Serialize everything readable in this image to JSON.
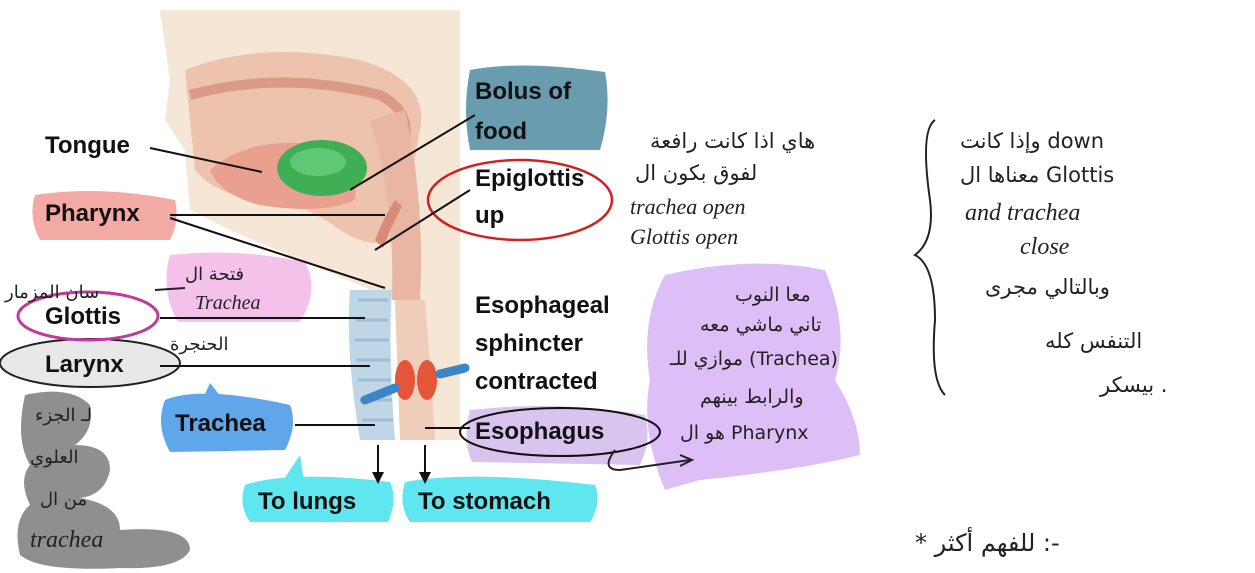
{
  "diagram": {
    "labels": {
      "bolus": [
        "Bolus of",
        "food"
      ],
      "tongue": "Tongue",
      "epiglottis": [
        "Epiglottis",
        "up"
      ],
      "pharynx": "Pharynx",
      "glottis": "Glottis",
      "larynx": "Larynx",
      "esophageal_sphincter": [
        "Esophageal",
        "sphincter",
        "contracted"
      ],
      "trachea": "Trachea",
      "esophagus": "Esophagus",
      "to_lungs": "To lungs",
      "to_stomach": "To stomach"
    },
    "colors": {
      "bolus_bg": "#6a9cb0",
      "pharynx_bg": "#f3a9a4",
      "glottis_outline": "#c0399b",
      "epiglottis_outline": "#d12020",
      "larynx_bg": "#e8e8e8",
      "trachea_bg": "#5fa6ea",
      "esophagus_bg": "#d9c3ef",
      "lungs_bg": "#5fe6ee",
      "stomach_bg": "#5fe6ee",
      "purple_note_bg": "#d7b3f5",
      "grey_note_bg": "#8f8f8f",
      "pink_note_bg": "#f2b6e8"
    }
  },
  "annotations": {
    "glottis_arabic": "سان المزمار",
    "pink_note": [
      "فتحة ال",
      "Trachea"
    ],
    "larynx_arabic": "الحنجرة",
    "grey_note": [
      "لـ الجزء",
      "العلوي",
      "من ال",
      "trachea"
    ],
    "epiglottis_note": [
      "هاي اذا كانت رافعة",
      "لفوق بكون ال",
      "trachea open",
      "Glottis open"
    ],
    "down_note": [
      "وإذا كانت down",
      "معناها ال Glottis",
      "and trachea",
      "close",
      "وبالتالي مجرى",
      "التنفس كله",
      "بيسكر ."
    ],
    "purple_note": [
      "معا النوب",
      "تاني ماشي معه",
      "موازي للـ (Trachea)",
      "والرابط بينهم",
      "هو ال Pharynx"
    ],
    "footer": "* للفهم أكثر :-"
  }
}
